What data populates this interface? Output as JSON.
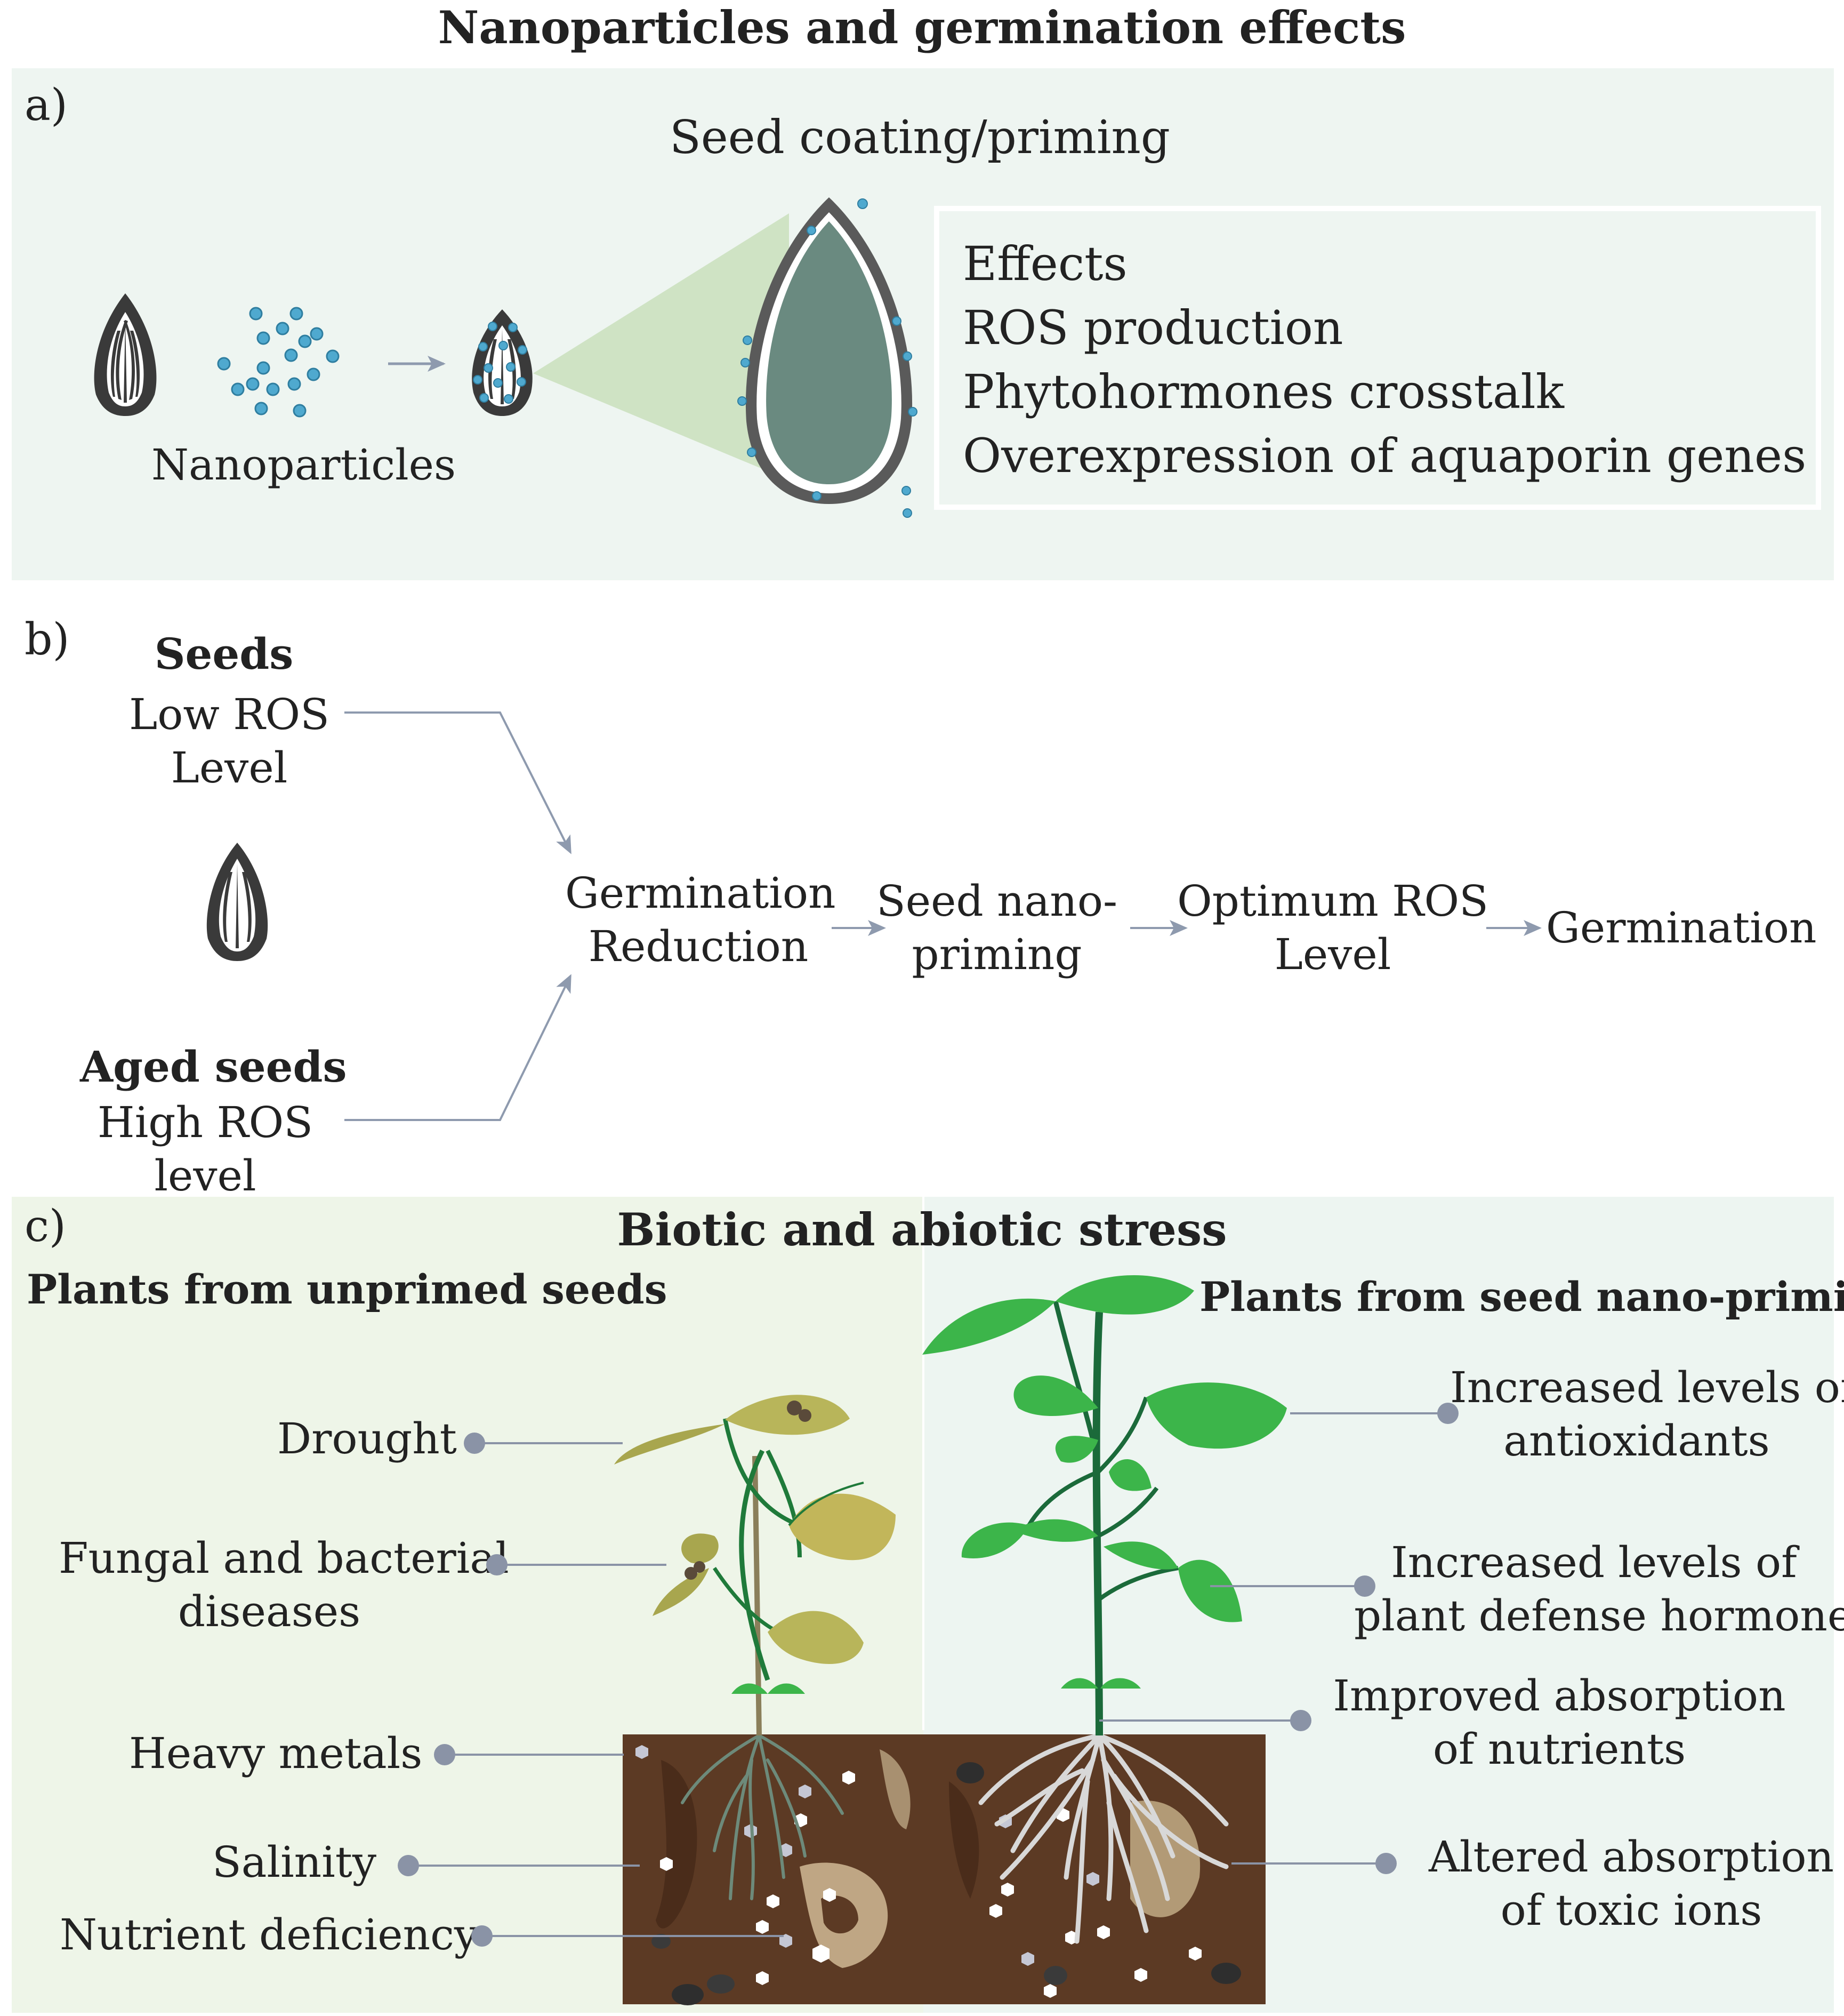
{
  "title": "Nanoparticles and germination effects",
  "panel_a": {
    "letter": "a)",
    "heading": "Seed coating/priming",
    "nanoparticles_label": "Nanoparticles",
    "effects": [
      "Effects",
      "ROS production",
      "Phytohormones crosstalk",
      "Overexpression of aquaporin genes"
    ]
  },
  "panel_b": {
    "letter": "b)",
    "seeds_title": "Seeds",
    "seeds_line1": "Low ROS",
    "seeds_line2": "Level",
    "aged_title": "Aged seeds",
    "aged_line1": "High ROS",
    "aged_line2": "level",
    "flow": [
      {
        "line1": "Germination",
        "line2": "Reduction"
      },
      {
        "line1": "Seed nano-",
        "line2": "priming"
      },
      {
        "line1": "Optimum ROS",
        "line2": "Level"
      },
      {
        "line1": "Germination",
        "line2": ""
      }
    ]
  },
  "panel_c": {
    "letter": "c)",
    "heading": "Biotic and abiotic stress",
    "left_title": "Plants from unprimed seeds",
    "right_title": "Plants from seed nano-priming",
    "left_labels": [
      {
        "line1": "Drought",
        "line2": ""
      },
      {
        "line1": "Fungal and bacterial",
        "line2": "diseases"
      },
      {
        "line1": "Heavy metals",
        "line2": ""
      },
      {
        "line1": "Salinity",
        "line2": ""
      },
      {
        "line1": "Nutrient deficiency",
        "line2": ""
      }
    ],
    "right_labels": [
      {
        "line1": "Increased levels of",
        "line2": "antioxidants"
      },
      {
        "line1": "Increased levels of",
        "line2": "plant defense hormones"
      },
      {
        "line1": "Improved absorption",
        "line2": "of nutrients"
      },
      {
        "line1": "Altered absorption",
        "line2": "of toxic ions"
      }
    ]
  },
  "colors": {
    "panel_a_bg": "#eef5f1",
    "panel_c_left_bg": "#eef5e8",
    "panel_c_right_bg": "#edf5f1",
    "nanoparticle": "#4fa9cf",
    "seed_dark": "#3a3a3a",
    "seed_inner": "#6a8a80",
    "cone": "#cfe3c4",
    "arrow": "#8e9aae",
    "leader": "#8a93a6",
    "soil": "#5c3a24",
    "healthy_leaf": "#3cb54a",
    "stressed_leaf": "#b8b55a"
  }
}
